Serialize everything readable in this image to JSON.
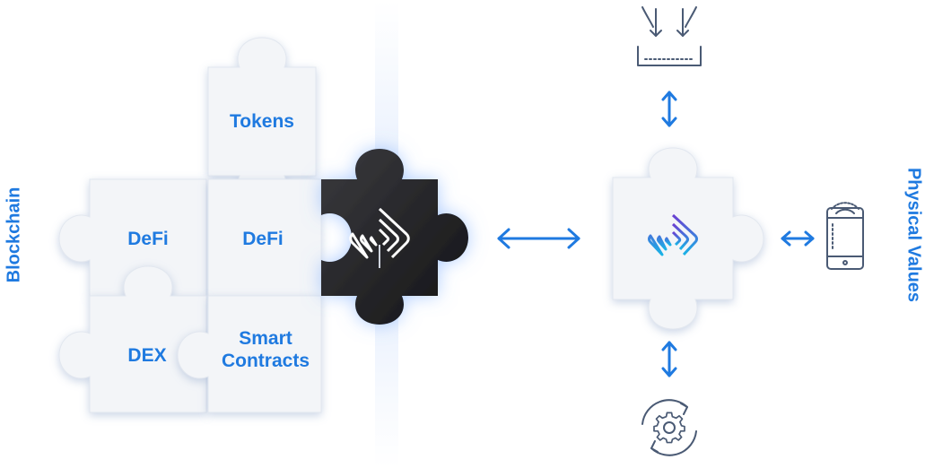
{
  "labels": {
    "left_side": "Blockchain",
    "right_side": "Physical Values",
    "tokens": "Tokens",
    "defi_left": "DeFi",
    "defi_right": "DeFi",
    "dex": "DEX",
    "smart_line1": "Smart",
    "smart_line2": "Contracts"
  },
  "colors": {
    "accent": "#1f7ae0",
    "piece": "#f3f5f8",
    "dark_piece": "#1d1d1f",
    "icon_stroke": "#4a5a74"
  },
  "icons": {
    "top": "inbox-download-icon",
    "bottom": "gear-sync-icon",
    "right": "smartphone-icon",
    "center": "concentric-tag-logo-icon"
  }
}
